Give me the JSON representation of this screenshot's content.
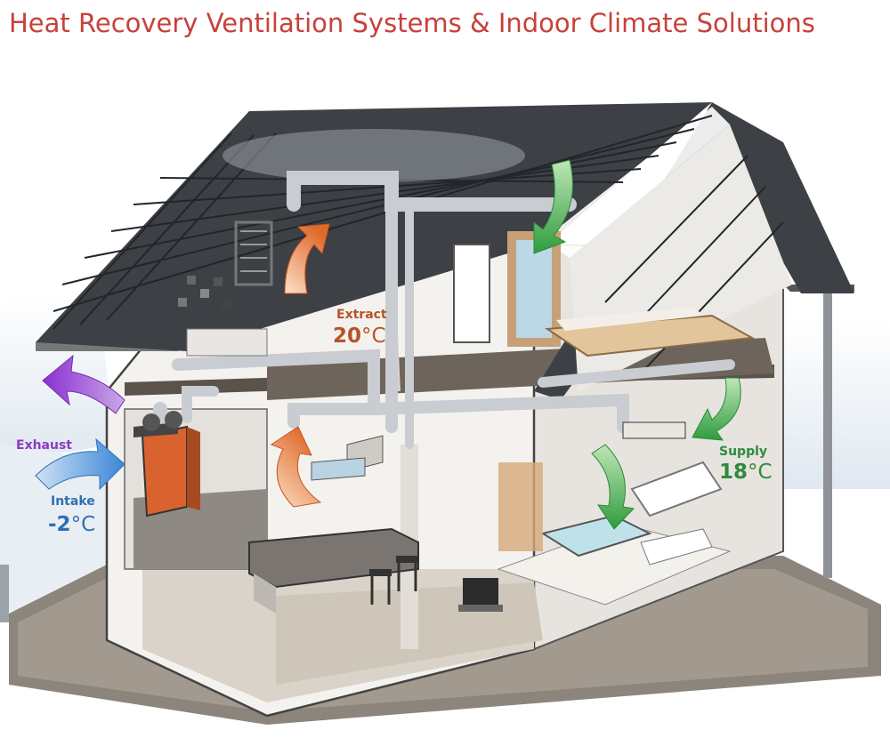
{
  "header": {
    "title": "Heat Recovery Ventilation Systems & Indoor Climate Solutions"
  },
  "diagram": {
    "labels": {
      "extract": {
        "name": "Extract",
        "temp": "20",
        "unit": "°C"
      },
      "supply": {
        "name": "Supply",
        "temp": "18",
        "unit": "°C"
      },
      "exhaust": {
        "name": "Exhaust"
      },
      "intake": {
        "name": "Intake",
        "temp": "-2",
        "unit": "°C"
      }
    }
  },
  "colors": {
    "title": "#c8413a",
    "extract_arrow": "#e07a3a",
    "supply_arrow": "#3aa64a",
    "exhaust_arrow": "#9b3fd1",
    "intake_arrow": "#3f8fd6",
    "extract_text": "#b5542a",
    "supply_text": "#2f8a3c",
    "exhaust_text": "#8a3cc0",
    "intake_text": "#2f6fb5",
    "roof": "#3d4045",
    "wall": "#f2f0ec",
    "floor": "#6a625a",
    "duct": "#c9ccd1"
  }
}
